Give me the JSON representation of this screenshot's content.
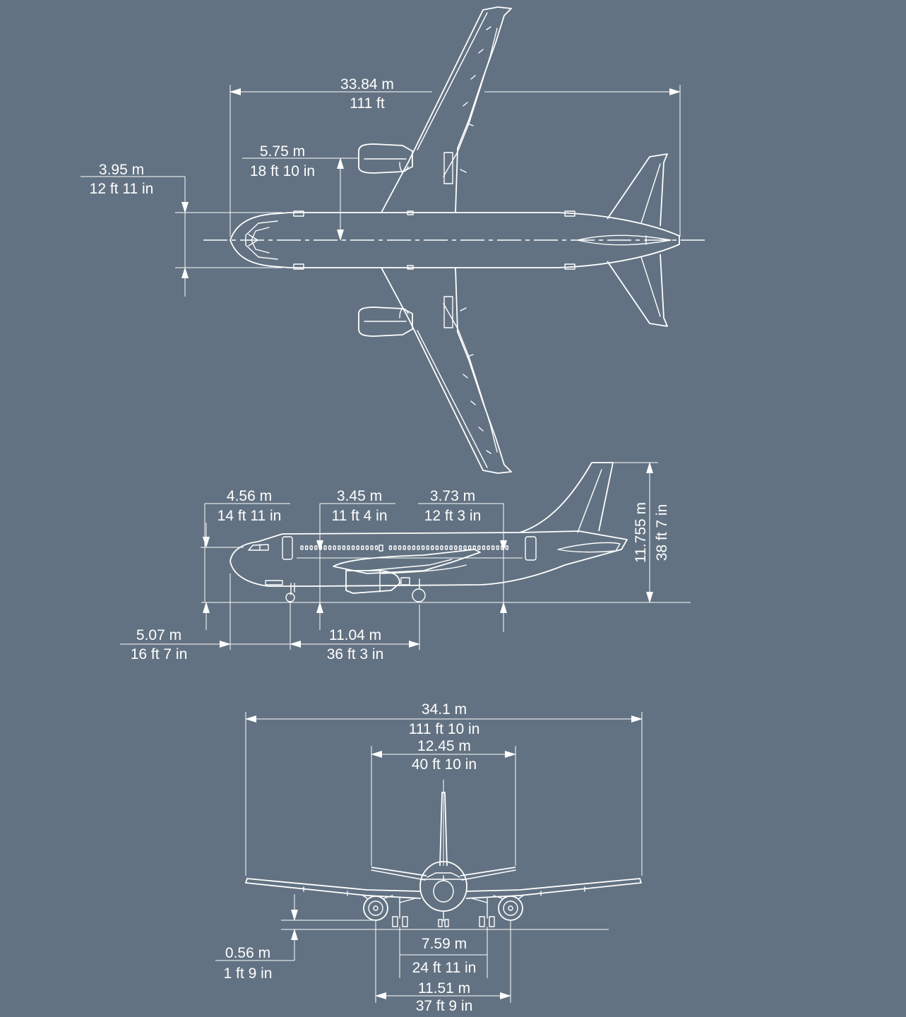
{
  "colors": {
    "background": "#627282",
    "lines": "#ffffff"
  },
  "top_view": {
    "overall_length": {
      "m": "33.84 m",
      "ft": "111 ft"
    },
    "engine_offset": {
      "m": "5.75 m",
      "ft": "18 ft 10 in"
    },
    "fuselage_width": {
      "m": "3.95 m",
      "ft": "12 ft 11 in"
    }
  },
  "side_view": {
    "fuselage_height": {
      "m": "4.56 m",
      "ft": "14 ft 11 in"
    },
    "door_to_wing": {
      "m": "3.45 m",
      "ft": "11 ft 4 in"
    },
    "wing_to_rear_door": {
      "m": "3.73 m",
      "ft": "12 ft 3 in"
    },
    "overall_height": {
      "m": "11.755 m",
      "ft": "38 ft 7 in"
    },
    "nose_to_nose_gear": {
      "m": "5.07 m",
      "ft": "16 ft 7 in"
    },
    "wheelbase": {
      "m": "11.04 m",
      "ft": "36 ft 3 in"
    }
  },
  "front_view": {
    "wingspan": {
      "m": "34.1 m",
      "ft": "111 ft 10 in"
    },
    "tailplane_span": {
      "m": "12.45 m",
      "ft": "40 ft 10 in"
    },
    "main_gear_track": {
      "m": "7.59 m",
      "ft": "24 ft 11 in"
    },
    "engine_spacing": {
      "m": "11.51 m",
      "ft": "37 ft 9 in"
    },
    "engine_ground_clearance": {
      "m": "0.56 m",
      "ft": "1 ft 9 in"
    }
  }
}
